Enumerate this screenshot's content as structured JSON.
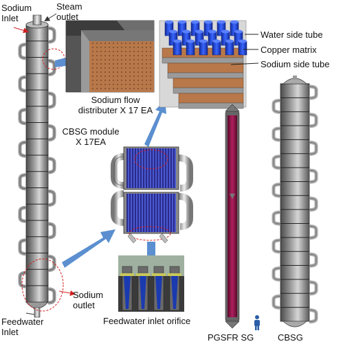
{
  "labels": {
    "sodium_inlet": [
      "Sodium",
      "Inlet"
    ],
    "steam_outlet": [
      "Steam",
      "outlet"
    ],
    "water_side_tube": "Water side tube",
    "copper_matrix": "Copper matrix",
    "sodium_side_tube": "Sodium side tube",
    "sodium_flow_distributer": [
      "Sodium flow",
      "distributer  X 17 EA"
    ],
    "cbsg_module": [
      "CBSG module",
      "X 17EA"
    ],
    "sodium_outlet": [
      "Sodium",
      "outlet"
    ],
    "feedwater_inlet": [
      "Feedwater",
      "Inlet"
    ],
    "feedwater_inlet_orifice": "Feedwater inlet orifice",
    "pgsfr_sg": "PGSFR SG",
    "cbsg": "CBSG"
  },
  "colors": {
    "module_gray": "#8c8c8c",
    "arrow_blue": "#5b8fd0",
    "copper": "#b8784a",
    "water_tube_blue": "#2040c8",
    "sodium_tube_magenta": "#9a1a4a",
    "dashed_red": "#d02020"
  }
}
